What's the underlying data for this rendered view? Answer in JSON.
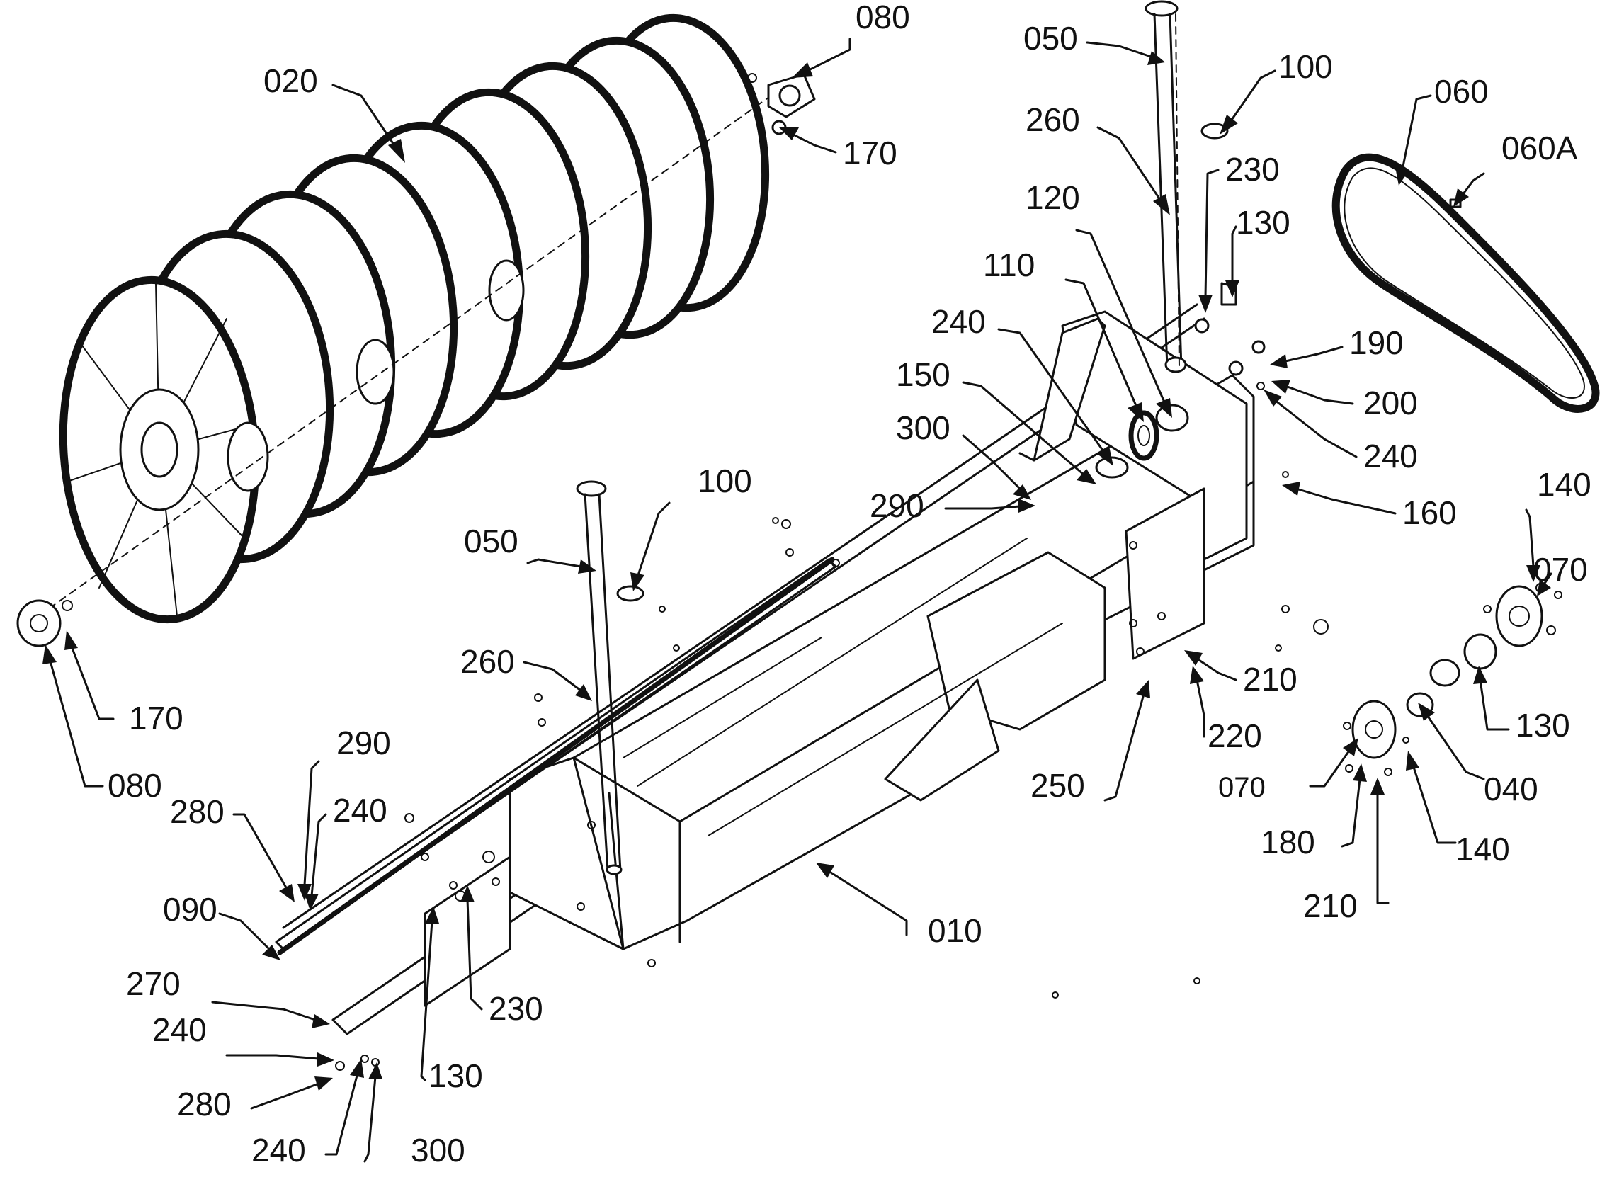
{
  "callouts": [
    {
      "id": "010",
      "text": "010"
    },
    {
      "id": "020",
      "text": "020"
    },
    {
      "id": "040",
      "text": "040"
    },
    {
      "id": "050a",
      "text": "050"
    },
    {
      "id": "050b",
      "text": "050"
    },
    {
      "id": "060",
      "text": "060"
    },
    {
      "id": "060A",
      "text": "060A"
    },
    {
      "id": "070a",
      "text": "070"
    },
    {
      "id": "070b",
      "text": "070"
    },
    {
      "id": "080a",
      "text": "080"
    },
    {
      "id": "080b",
      "text": "080"
    },
    {
      "id": "090",
      "text": "090"
    },
    {
      "id": "100a",
      "text": "100"
    },
    {
      "id": "100b",
      "text": "100"
    },
    {
      "id": "110",
      "text": "110"
    },
    {
      "id": "120",
      "text": "120"
    },
    {
      "id": "130a",
      "text": "130"
    },
    {
      "id": "130b",
      "text": "130"
    },
    {
      "id": "130c",
      "text": "130"
    },
    {
      "id": "140a",
      "text": "140"
    },
    {
      "id": "140b",
      "text": "140"
    },
    {
      "id": "150",
      "text": "150"
    },
    {
      "id": "160",
      "text": "160"
    },
    {
      "id": "170a",
      "text": "170"
    },
    {
      "id": "170b",
      "text": "170"
    },
    {
      "id": "180",
      "text": "180"
    },
    {
      "id": "190",
      "text": "190"
    },
    {
      "id": "200",
      "text": "200"
    },
    {
      "id": "210a",
      "text": "210"
    },
    {
      "id": "210b",
      "text": "210"
    },
    {
      "id": "220",
      "text": "220"
    },
    {
      "id": "230a",
      "text": "230"
    },
    {
      "id": "230b",
      "text": "230"
    },
    {
      "id": "240a",
      "text": "240"
    },
    {
      "id": "240b",
      "text": "240"
    },
    {
      "id": "240c",
      "text": "240"
    },
    {
      "id": "240d",
      "text": "240"
    },
    {
      "id": "240e",
      "text": "240"
    },
    {
      "id": "250",
      "text": "250"
    },
    {
      "id": "260a",
      "text": "260"
    },
    {
      "id": "260b",
      "text": "260"
    },
    {
      "id": "270",
      "text": "270"
    },
    {
      "id": "280a",
      "text": "280"
    },
    {
      "id": "280b",
      "text": "280"
    },
    {
      "id": "290a",
      "text": "290"
    },
    {
      "id": "290b",
      "text": "290"
    },
    {
      "id": "300a",
      "text": "300"
    },
    {
      "id": "300b",
      "text": "300"
    }
  ]
}
